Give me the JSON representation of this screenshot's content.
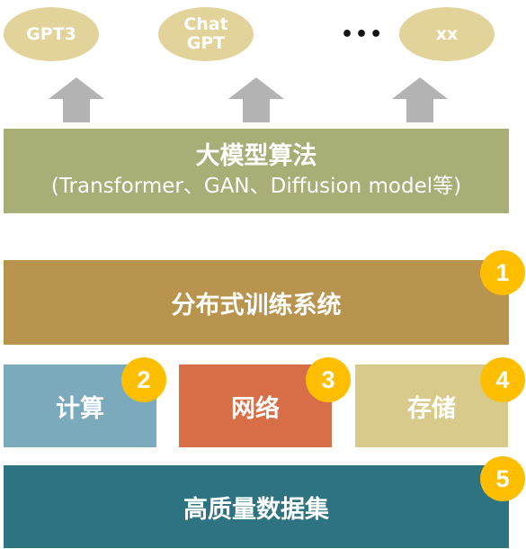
{
  "models": {
    "gpt3": "GPT3",
    "chatgpt_line1": "Chat",
    "chatgpt_line2": "GPT",
    "ellipsis": "•••",
    "xx": "xx"
  },
  "algorithm": {
    "title": "大模型算法",
    "subtitle": "(Transformer、GAN、Diffusion model等)"
  },
  "layers": {
    "distributed_training": "分布式训练系统",
    "compute": "计算",
    "network": "网络",
    "storage": "存储",
    "dataset": "高质量数据集"
  },
  "badges": [
    "1",
    "2",
    "3",
    "4",
    "5"
  ],
  "colors": {
    "ellipse": "#e2d39a",
    "arrow": "#b3b3b3",
    "algorithm": "#a9ae77",
    "distributed_training": "#b8944f",
    "compute": "#7aaabb",
    "network": "#d76e47",
    "storage": "#d7ca8b",
    "dataset": "#2e7381",
    "badge": "#ffbe00"
  }
}
